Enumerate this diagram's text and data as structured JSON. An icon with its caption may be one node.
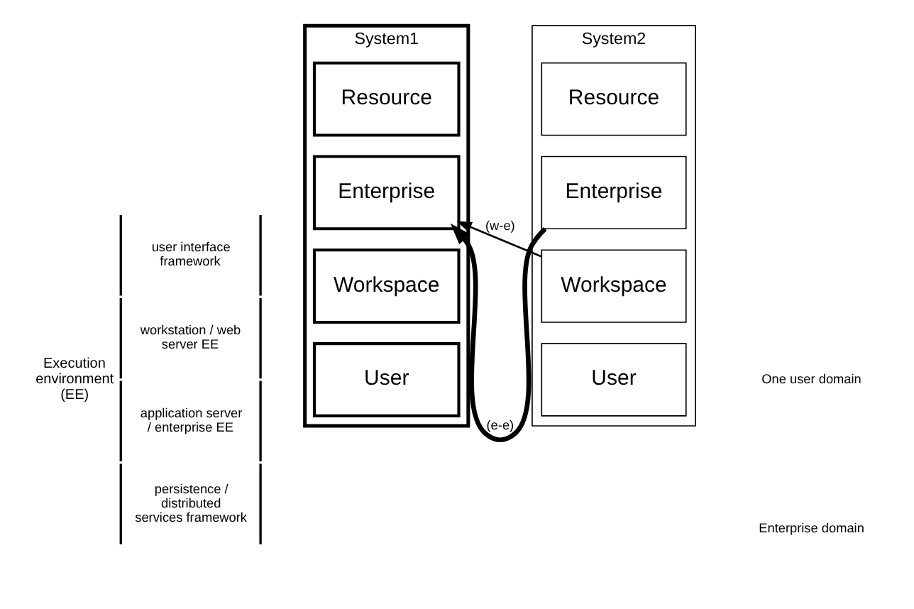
{
  "diagram": {
    "nodes": [
      {
        "text": [
          "Execution environment (EE)",
          "user interface framework",
          "workstation / web server EE",
          "application server / enterprise EE",
          "persistence / distributed services framework"
        ]
      },
      {
        "text": [
          "System1"
        ]
      },
      {
        "text": [
          "User"
        ],
        "in": 1
      },
      {
        "text": [
          "Workspace"
        ],
        "in": 1
      },
      {
        "text": [
          "Enterprise"
        ],
        "in": 1
      },
      {
        "text": [
          "Resource"
        ],
        "in": 1
      },
      {
        "text": [
          "System2"
        ]
      },
      {
        "text": [
          "User"
        ],
        "in": 6
      },
      {
        "text": [
          "Workspace"
        ],
        "in": 6
      },
      {
        "text": [
          "Enterprise"
        ],
        "in": 6
      },
      {
        "text": [
          "Resource"
        ],
        "in": 6
      }
    ],
    "edges": [
      {
        "from": 8,
        "to": 4,
        "arrow": "to",
        "label": "(w-e)"
      },
      {
        "from": 9,
        "to": 4,
        "arrow": "to",
        "label": "(e-e)",
        "style": "thick"
      }
    ],
    "labels": [
      "One user domain",
      "Enterprise domain"
    ]
  }
}
